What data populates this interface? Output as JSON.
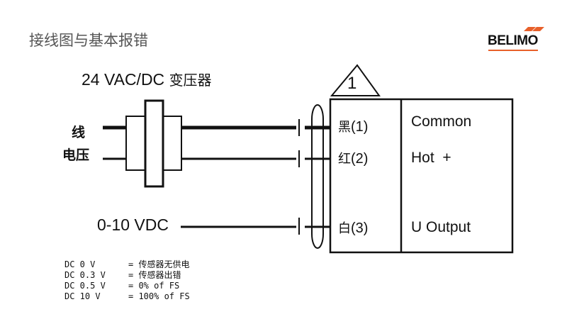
{
  "page": {
    "title": "接线图与基本报错",
    "brand": "BELIMO",
    "brand_color": "#e8602a"
  },
  "diagram": {
    "transformer_label": "24 VAC/DC",
    "transformer_label_cn": "变压器",
    "line_voltage_label": [
      "线",
      "电压"
    ],
    "signal_label": "0-10 VDC",
    "warning_number": "1",
    "terminals": [
      {
        "color_cn": "黑",
        "number": "(1)",
        "function": "Common"
      },
      {
        "color_cn": "红",
        "number": "(2)",
        "function": "Hot  +"
      },
      {
        "color_cn": "白",
        "number": "(3)",
        "function": "U Output"
      }
    ]
  },
  "legend": [
    {
      "key": "DC 0 V",
      "value": "= 传感器无供电"
    },
    {
      "key": "DC 0.3 V",
      "value": "= 传感器出错"
    },
    {
      "key": "DC 0.5 V",
      "value": "= 0% of FS"
    },
    {
      "key": "DC 10 V",
      "value": "= 100% of FS"
    }
  ]
}
